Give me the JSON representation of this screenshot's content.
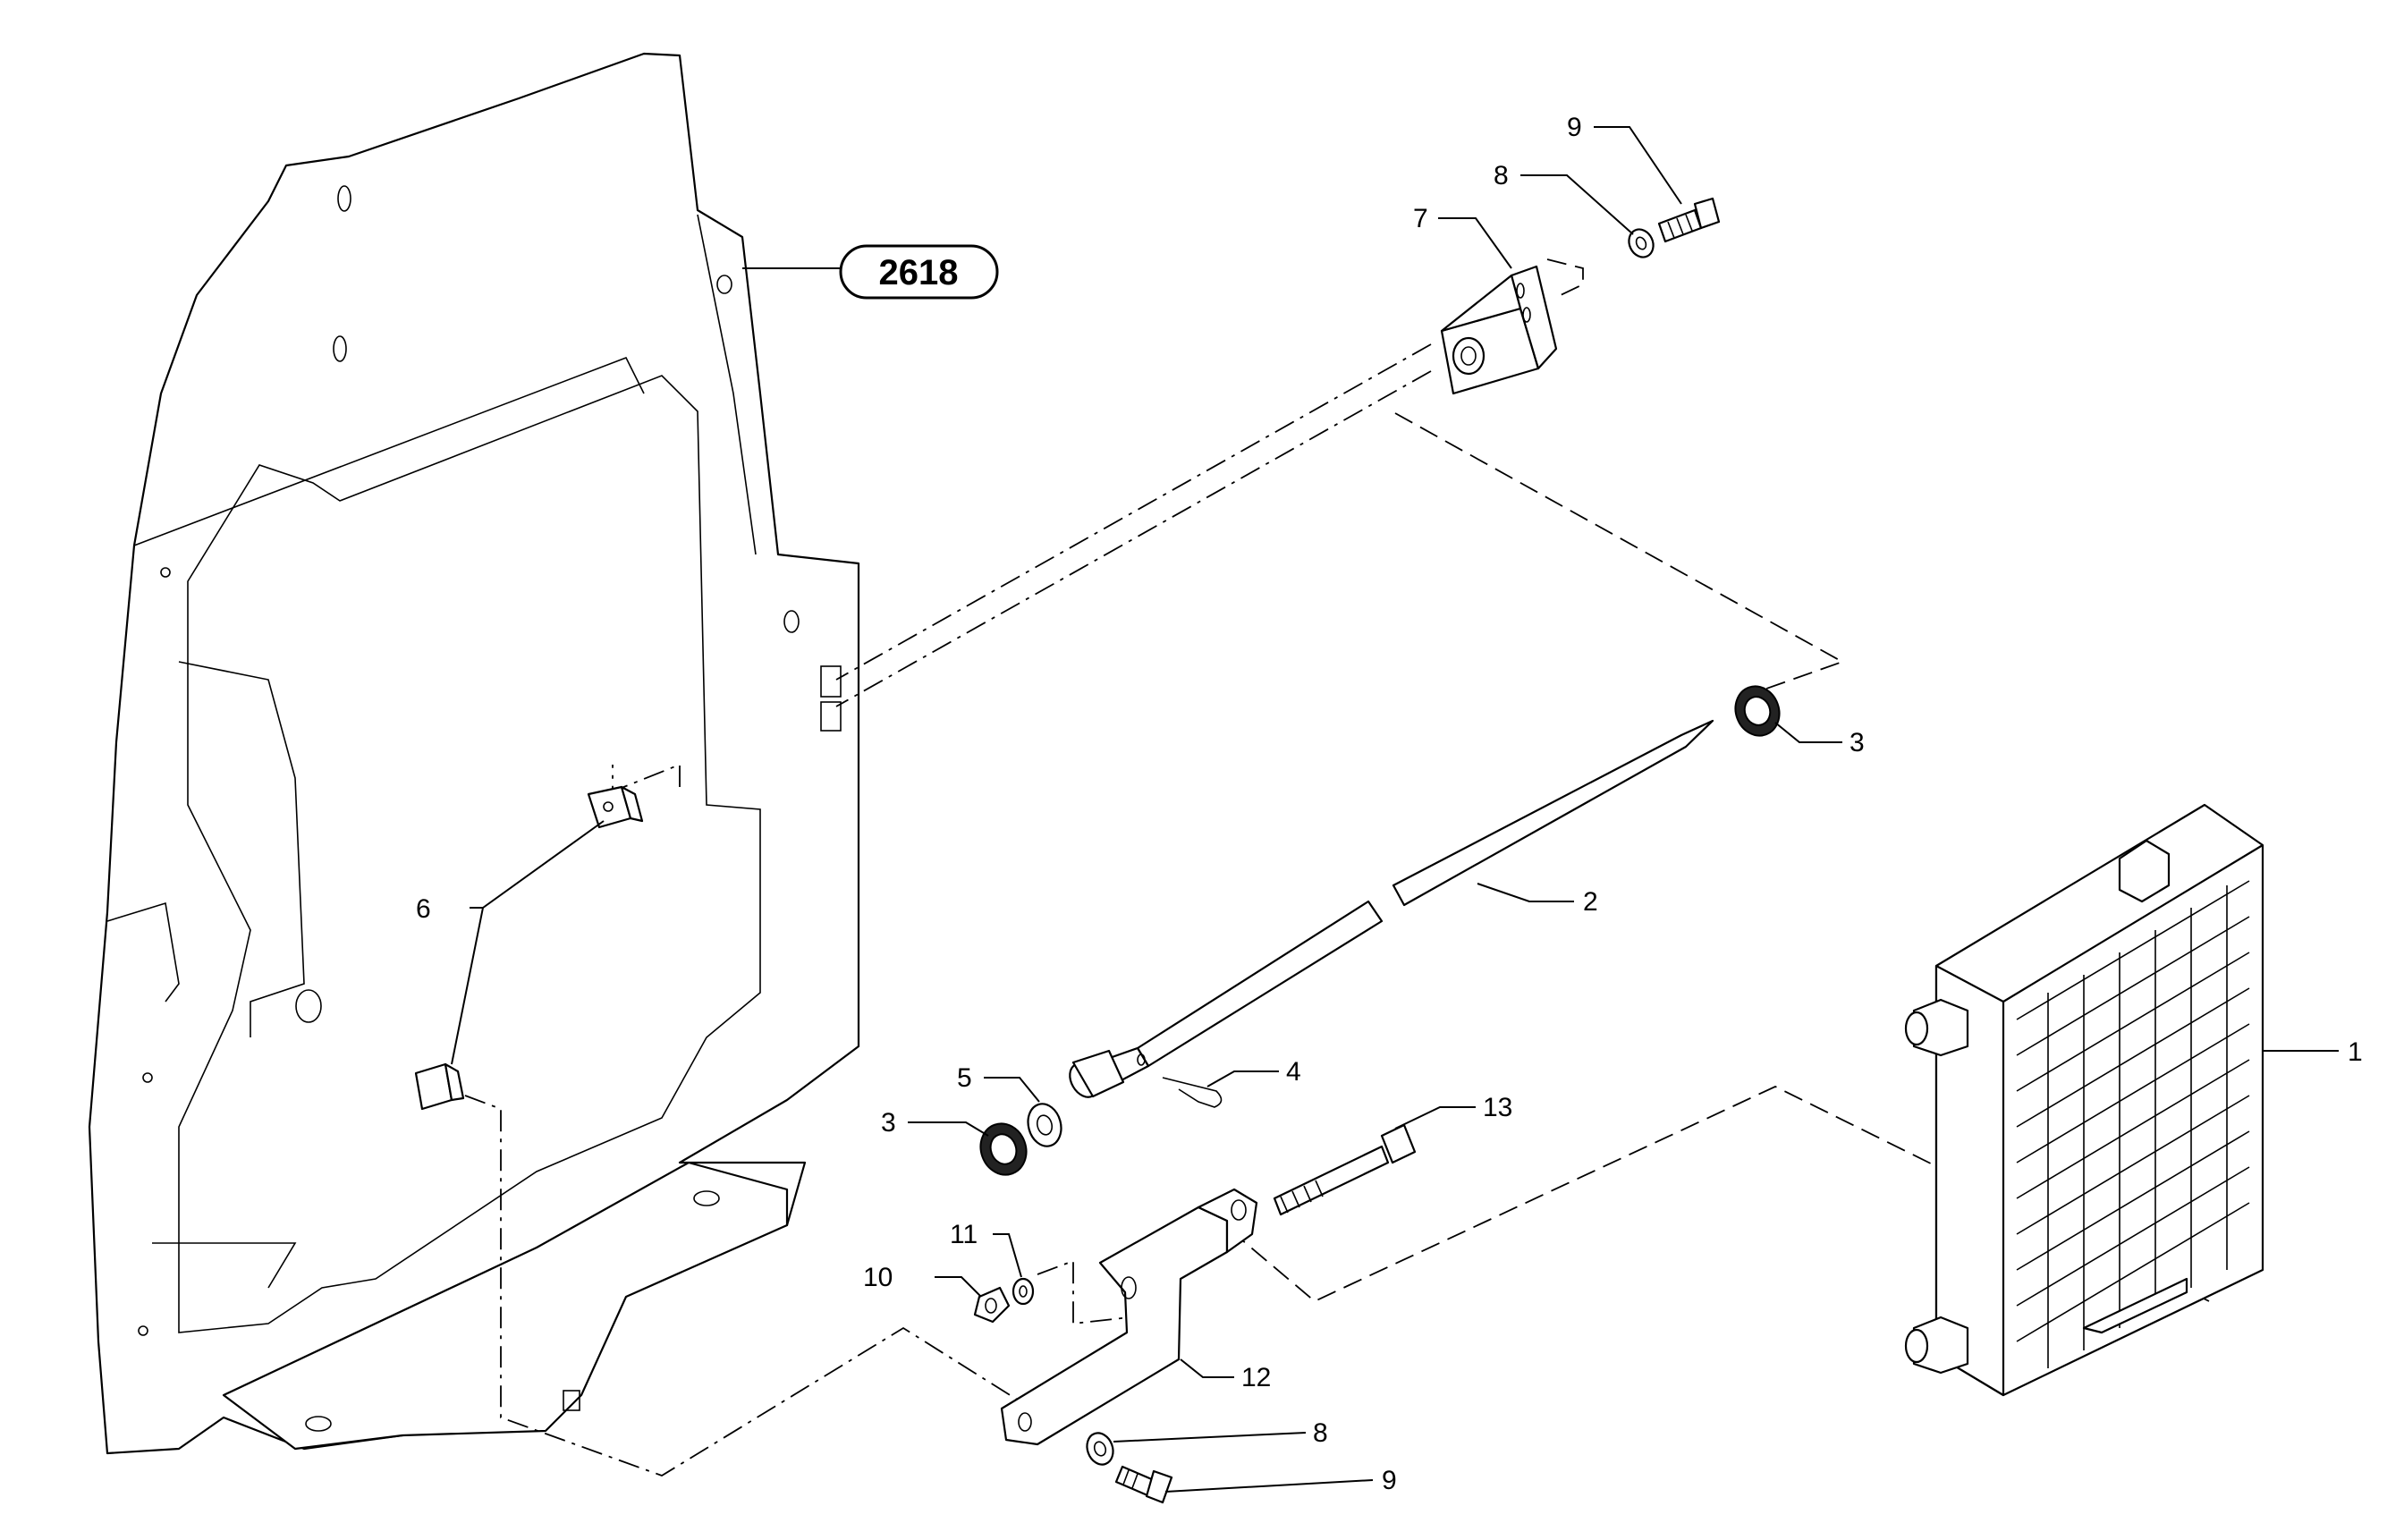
{
  "reference_badge": {
    "label": "2618"
  },
  "callouts": [
    {
      "id": "c1",
      "label": "1"
    },
    {
      "id": "c2",
      "label": "2"
    },
    {
      "id": "c3a",
      "label": "3"
    },
    {
      "id": "c3b",
      "label": "3"
    },
    {
      "id": "c4",
      "label": "4"
    },
    {
      "id": "c5",
      "label": "5"
    },
    {
      "id": "c6",
      "label": "6"
    },
    {
      "id": "c7",
      "label": "7"
    },
    {
      "id": "c8a",
      "label": "8"
    },
    {
      "id": "c8b",
      "label": "8"
    },
    {
      "id": "c9a",
      "label": "9"
    },
    {
      "id": "c9b",
      "label": "9"
    },
    {
      "id": "c10",
      "label": "10"
    },
    {
      "id": "c11",
      "label": "11"
    },
    {
      "id": "c12",
      "label": "12"
    },
    {
      "id": "c13",
      "label": "13"
    }
  ]
}
